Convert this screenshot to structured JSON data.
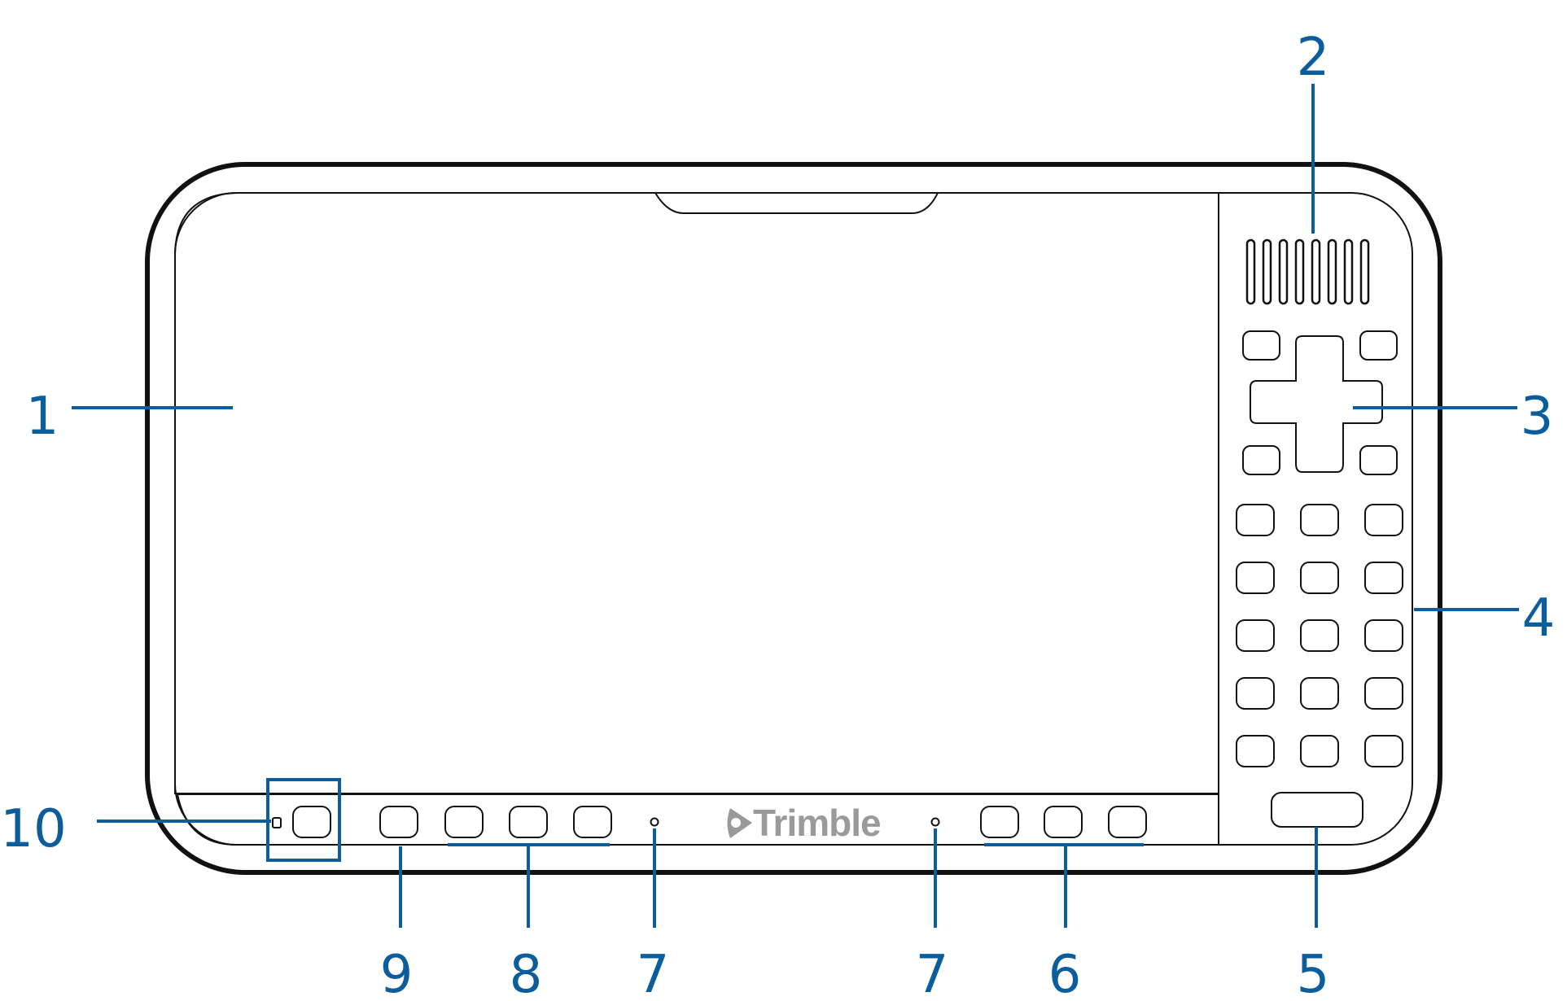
{
  "colors": {
    "outline": "#111111",
    "callout": "#0b5d9c",
    "logo": "#9a9a9a",
    "background": "#ffffff"
  },
  "logo": {
    "text": "Trimble",
    "icon": "trimble-globe-icon"
  },
  "callouts": {
    "c1": "1",
    "c2": "2",
    "c3": "3",
    "c4": "4",
    "c5": "5",
    "c6": "6",
    "c7a": "7",
    "c7b": "7",
    "c8": "8",
    "c9": "9",
    "c10": "10"
  }
}
